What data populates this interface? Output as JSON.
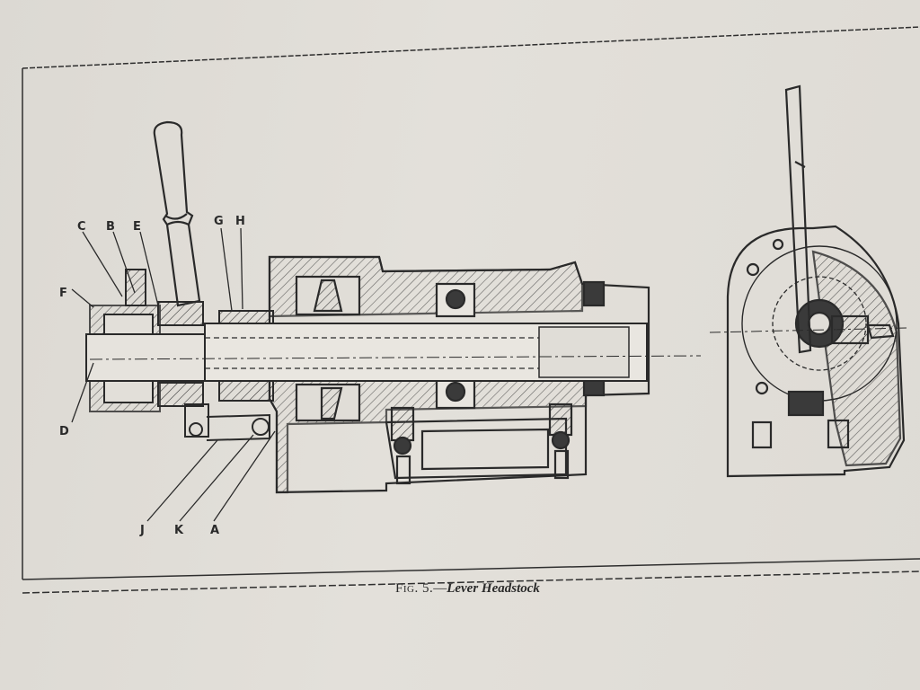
{
  "figure": {
    "number": "Fig. 5.",
    "title": "Lever Headstock"
  },
  "labels": {
    "A": "A",
    "B": "B",
    "C": "C",
    "D": "D",
    "E": "E",
    "F": "F",
    "G": "G",
    "H": "H",
    "J": "J",
    "K": "K"
  }
}
